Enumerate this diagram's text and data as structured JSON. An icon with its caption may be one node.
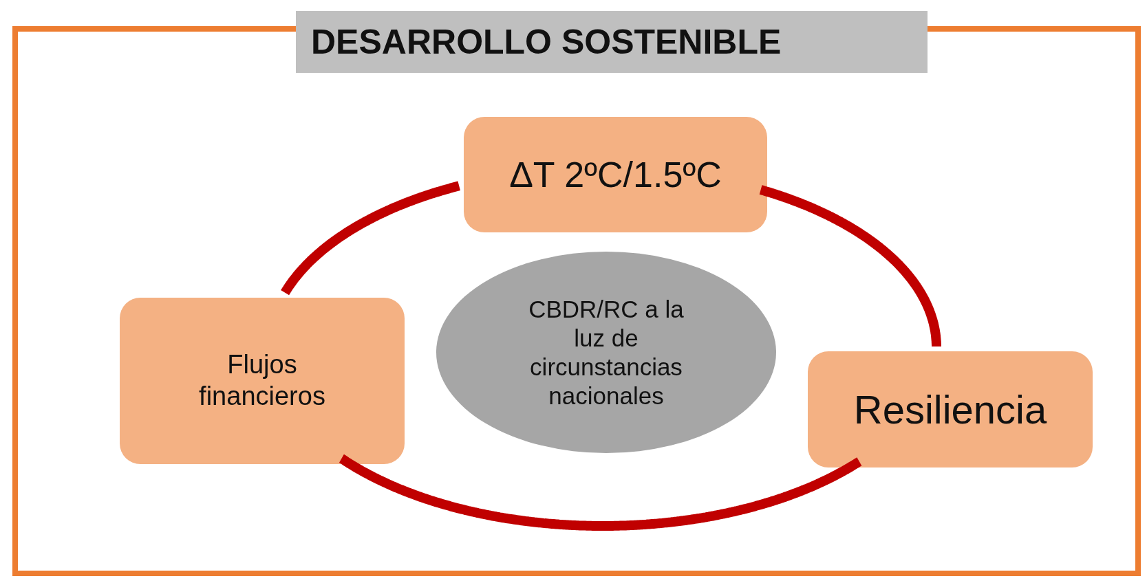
{
  "diagram": {
    "nodes": [
      {
        "text": [
          "DESARROLLO SOSTENIBLE"
        ]
      },
      {
        "text": [
          "ΔT 2ºC/1.5ºC"
        ],
        "in": 0
      },
      {
        "text": [
          "Flujos financieros"
        ],
        "in": 0
      },
      {
        "text": [
          "CBDR/RC a la luz de circunstancias nacionales"
        ],
        "in": 0
      },
      {
        "text": [
          "Resiliencia"
        ],
        "in": 0
      }
    ],
    "edges": [
      {
        "from": 1,
        "to": 4,
        "arrow": "none"
      },
      {
        "from": 4,
        "to": 2,
        "arrow": "none"
      },
      {
        "from": 2,
        "to": 1,
        "arrow": "none"
      }
    ]
  }
}
